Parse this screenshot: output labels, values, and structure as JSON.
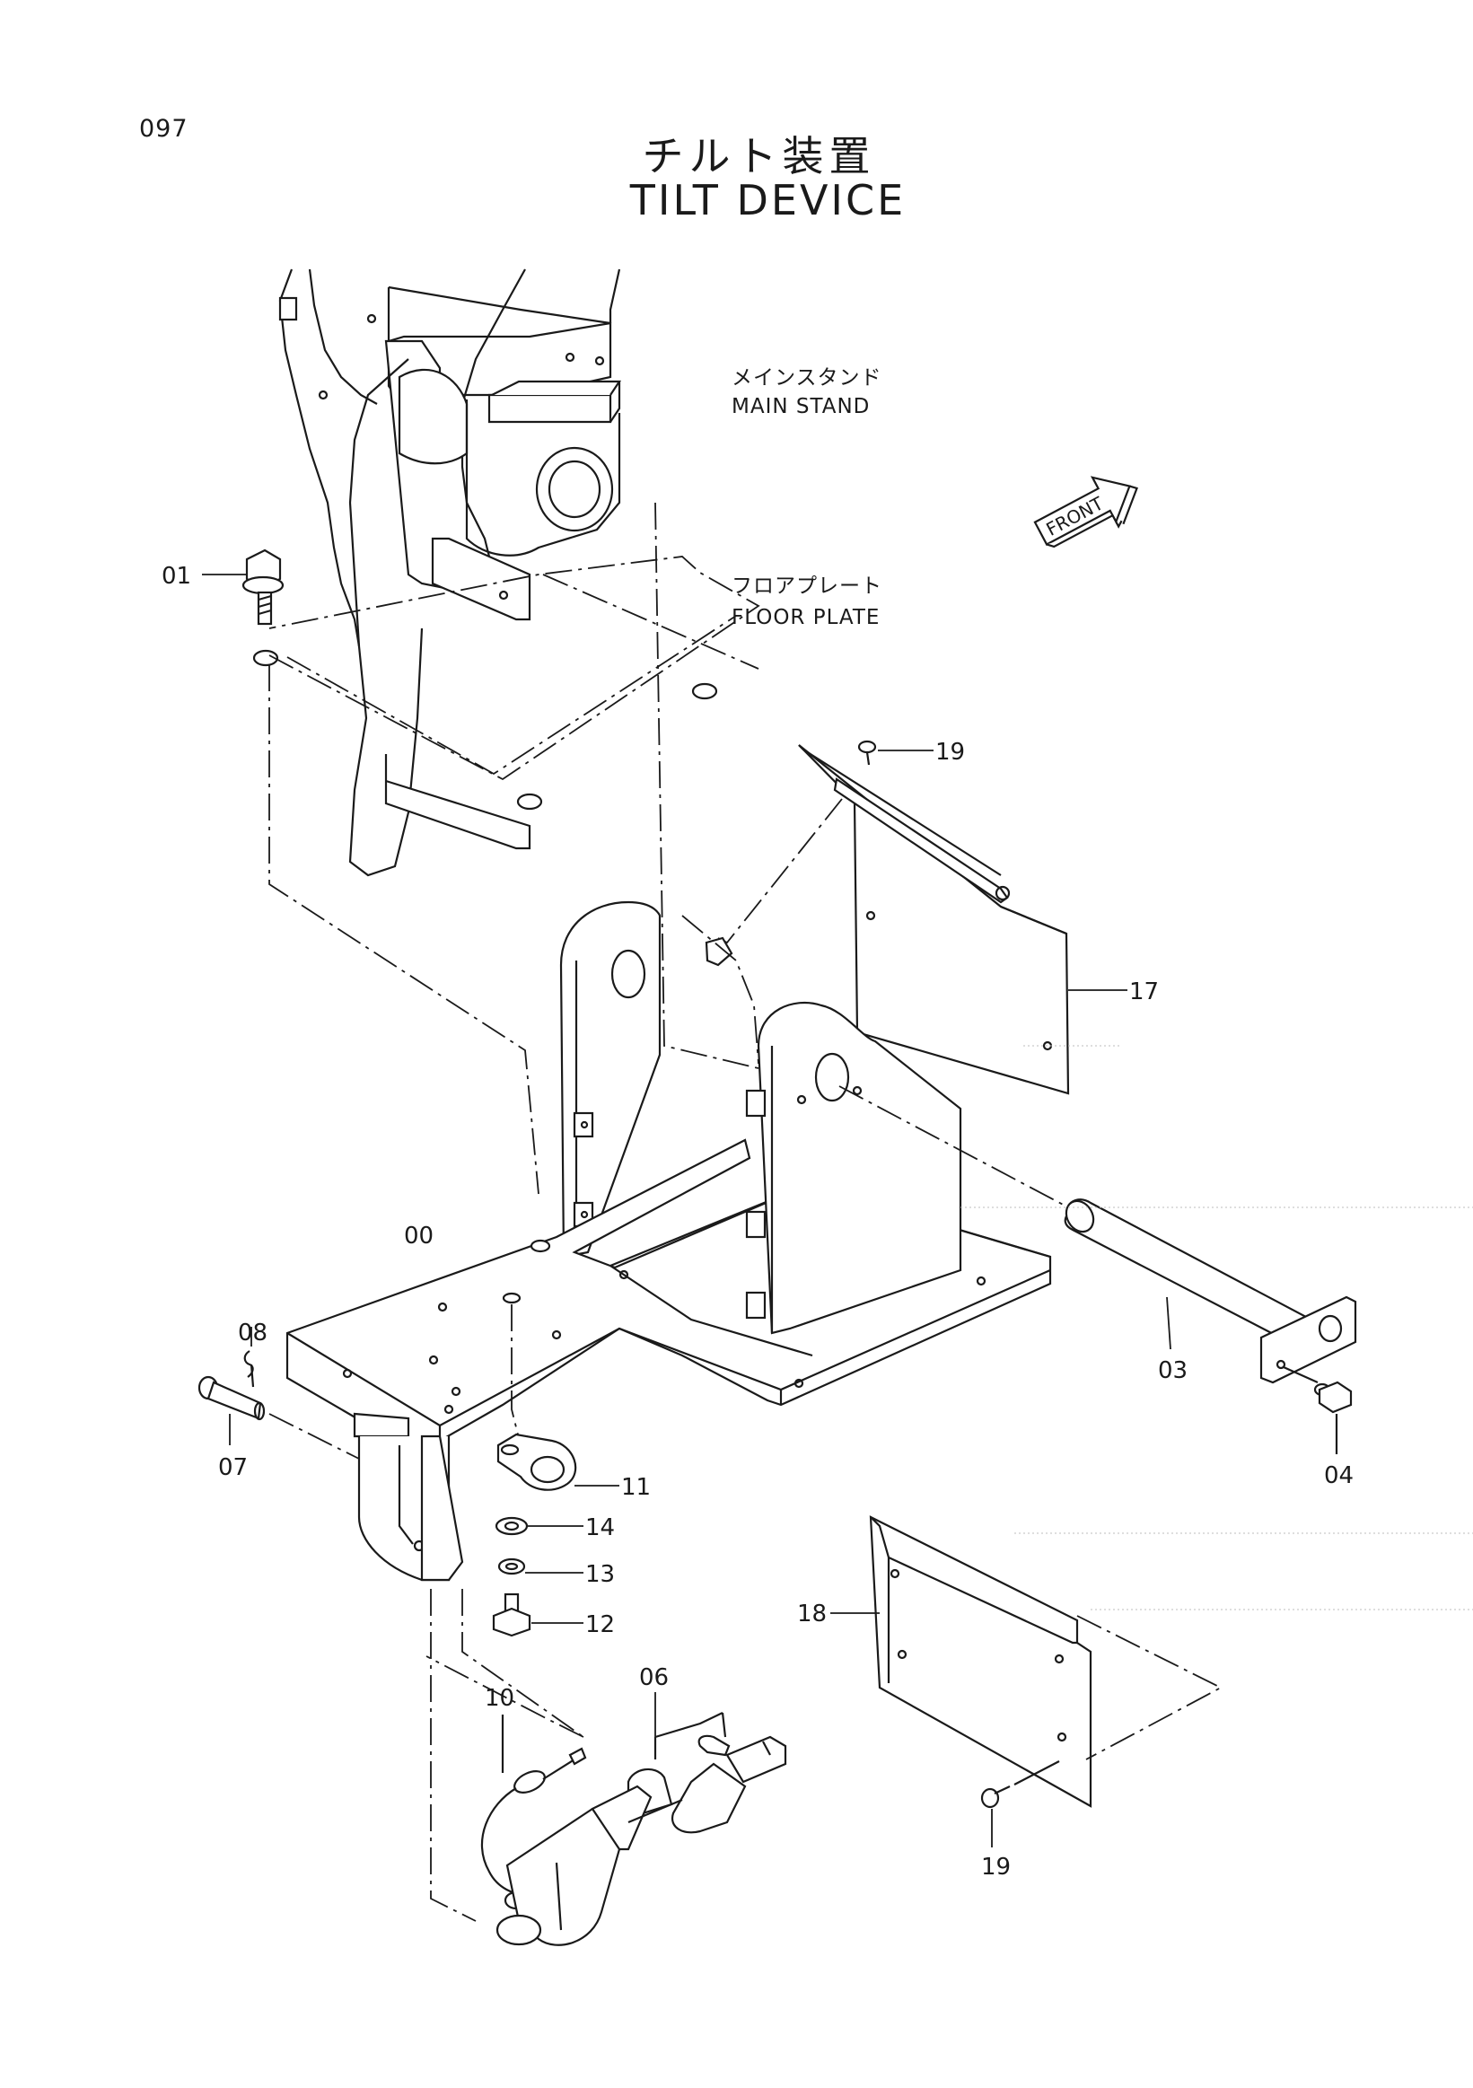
{
  "page_number": "097",
  "title": {
    "japanese": "チルト装置",
    "english": "TILT DEVICE"
  },
  "labels": {
    "main_stand_jp": "メインスタンド",
    "main_stand_en": "MAIN STAND",
    "floor_plate_jp": "フロアプレート",
    "floor_plate_en": "FLOOR PLATE",
    "front": "FRONT"
  },
  "parts": {
    "p00": "00",
    "p01": "01",
    "p03": "03",
    "p04": "04",
    "p06": "06",
    "p07": "07",
    "p08": "08",
    "p10": "10",
    "p11": "11",
    "p12": "12",
    "p13": "13",
    "p14": "14",
    "p17": "17",
    "p18": "18",
    "p19a": "19",
    "p19b": "19"
  }
}
